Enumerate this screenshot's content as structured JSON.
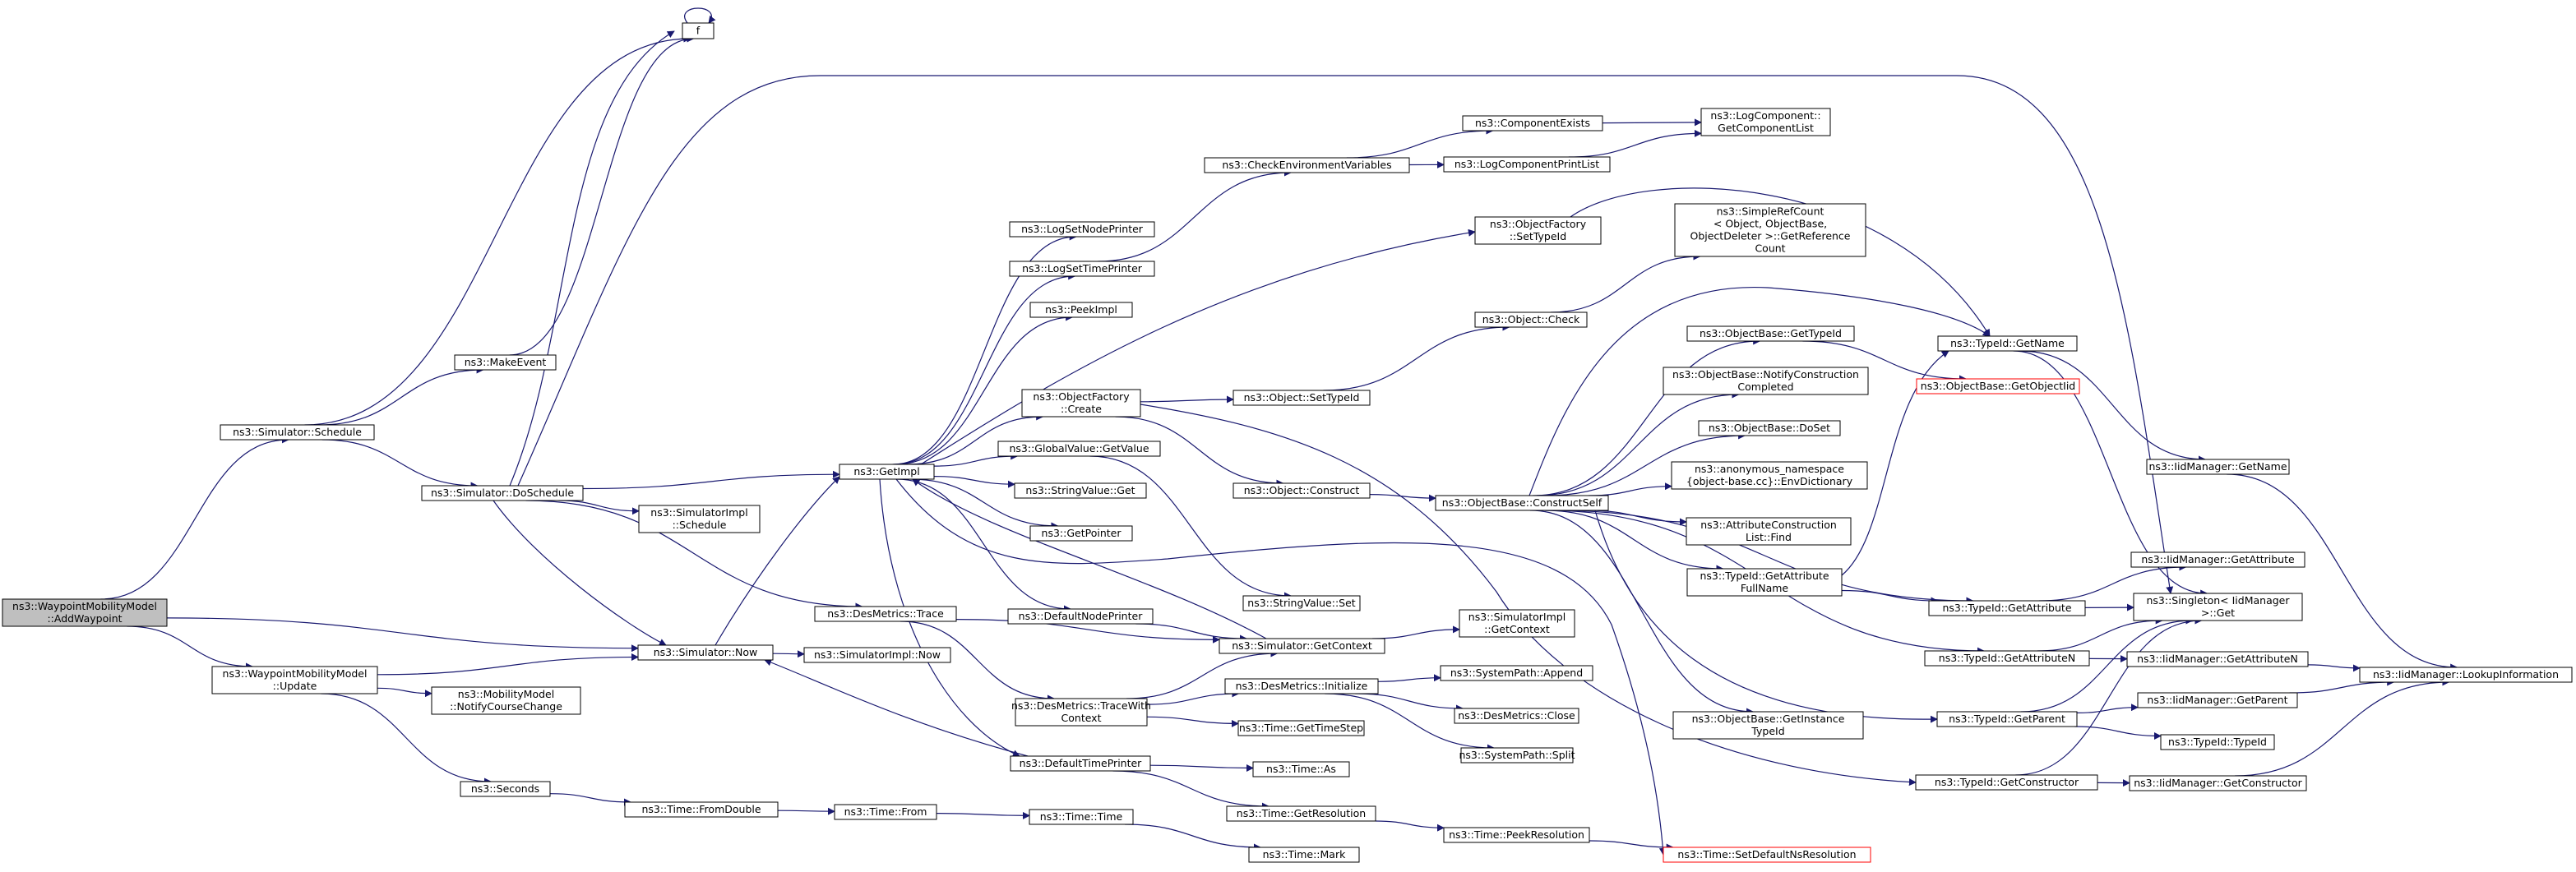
{
  "title": "",
  "colors": {
    "edge": "#191970",
    "node_border": "#000000",
    "node_fill": "#ffffff",
    "root_fill": "#bfbfbf",
    "truncated_border": "#ff0000"
  },
  "nodes": [
    {
      "id": "n_add",
      "lines": [
        "ns3::WaypointMobilityModel",
        "::AddWaypoint"
      ],
      "root": true
    },
    {
      "id": "n_sched",
      "lines": [
        "ns3::Simulator::Schedule"
      ]
    },
    {
      "id": "n_upd",
      "lines": [
        "ns3::WaypointMobilityModel",
        "::Update"
      ]
    },
    {
      "id": "n_f",
      "lines": [
        "f"
      ]
    },
    {
      "id": "n_mkev",
      "lines": [
        "ns3::MakeEvent"
      ]
    },
    {
      "id": "n_dosched",
      "lines": [
        "ns3::Simulator::DoSchedule"
      ]
    },
    {
      "id": "n_simimpls",
      "lines": [
        "ns3::SimulatorImpl",
        "::Schedule"
      ]
    },
    {
      "id": "n_now",
      "lines": [
        "ns3::Simulator::Now"
      ]
    },
    {
      "id": "n_ncc",
      "lines": [
        "ns3::MobilityModel",
        "::NotifyCourseChange"
      ]
    },
    {
      "id": "n_secs",
      "lines": [
        "ns3::Seconds"
      ]
    },
    {
      "id": "n_getimpl",
      "lines": [
        "ns3::GetImpl"
      ]
    },
    {
      "id": "n_dtrace",
      "lines": [
        "ns3::DesMetrics::Trace"
      ]
    },
    {
      "id": "n_siminow",
      "lines": [
        "ns3::SimulatorImpl::Now"
      ]
    },
    {
      "id": "n_fromd",
      "lines": [
        "ns3::Time::FromDouble"
      ]
    },
    {
      "id": "n_from",
      "lines": [
        "ns3::Time::From"
      ]
    },
    {
      "id": "n_timet",
      "lines": [
        "ns3::Time::Time"
      ]
    },
    {
      "id": "n_mark",
      "lines": [
        "ns3::Time::Mark"
      ]
    },
    {
      "id": "n_lsnp",
      "lines": [
        "ns3::LogSetNodePrinter"
      ]
    },
    {
      "id": "n_lstp",
      "lines": [
        "ns3::LogSetTimePrinter"
      ]
    },
    {
      "id": "n_peek",
      "lines": [
        "ns3::PeekImpl"
      ]
    },
    {
      "id": "n_ofcreate",
      "lines": [
        "ns3::ObjectFactory",
        "::Create"
      ]
    },
    {
      "id": "n_gvget",
      "lines": [
        "ns3::GlobalValue::GetValue"
      ]
    },
    {
      "id": "n_svget",
      "lines": [
        "ns3::StringValue::Get"
      ]
    },
    {
      "id": "n_gptr",
      "lines": [
        "ns3::GetPointer"
      ]
    },
    {
      "id": "n_dnp",
      "lines": [
        "ns3::DefaultNodePrinter"
      ]
    },
    {
      "id": "n_dtwc",
      "lines": [
        "ns3::DesMetrics::TraceWith",
        "Context"
      ]
    },
    {
      "id": "n_dtp",
      "lines": [
        "ns3::DefaultTimePrinter"
      ]
    },
    {
      "id": "n_cev",
      "lines": [
        "ns3::CheckEnvironmentVariables"
      ]
    },
    {
      "id": "n_cexists",
      "lines": [
        "ns3::ComponentExists"
      ]
    },
    {
      "id": "n_lcpl",
      "lines": [
        "ns3::LogComponentPrintList"
      ]
    },
    {
      "id": "n_lcgcl",
      "lines": [
        "ns3::LogComponent::",
        "GetComponentList"
      ]
    },
    {
      "id": "n_ofsti",
      "lines": [
        "ns3::ObjectFactory",
        "::SetTypeId"
      ]
    },
    {
      "id": "n_objsti",
      "lines": [
        "ns3::Object::SetTypeId"
      ]
    },
    {
      "id": "n_objcons",
      "lines": [
        "ns3::Object::Construct"
      ]
    },
    {
      "id": "n_svset",
      "lines": [
        "ns3::StringValue::Set"
      ]
    },
    {
      "id": "n_getctx",
      "lines": [
        "ns3::Simulator::GetContext"
      ]
    },
    {
      "id": "n_dminit",
      "lines": [
        "ns3::DesMetrics::Initialize"
      ]
    },
    {
      "id": "n_tgts",
      "lines": [
        "ns3::Time::GetTimeStep"
      ]
    },
    {
      "id": "n_tas",
      "lines": [
        "ns3::Time::As"
      ]
    },
    {
      "id": "n_tgres",
      "lines": [
        "ns3::Time::GetResolution"
      ]
    },
    {
      "id": "n_objcheck",
      "lines": [
        "ns3::Object::Check"
      ]
    },
    {
      "id": "n_simigc",
      "lines": [
        "ns3::SimulatorImpl",
        "::GetContext"
      ]
    },
    {
      "id": "n_spappend",
      "lines": [
        "ns3::SystemPath::Append"
      ]
    },
    {
      "id": "n_dmclose",
      "lines": [
        "ns3::DesMetrics::Close"
      ]
    },
    {
      "id": "n_spsplit",
      "lines": [
        "ns3::SystemPath::Split"
      ]
    },
    {
      "id": "n_tpeekres",
      "lines": [
        "ns3::Time::PeekResolution"
      ]
    },
    {
      "id": "n_tsdnr",
      "lines": [
        "ns3::Time::SetDefaultNsResolution"
      ],
      "truncated": true
    },
    {
      "id": "n_srcgrc",
      "lines": [
        "ns3::SimpleRefCount",
        "< Object, ObjectBase,",
        "ObjectDeleter >::GetReference",
        "Count"
      ]
    },
    {
      "id": "n_obgti",
      "lines": [
        "ns3::ObjectBase::GetTypeId"
      ]
    },
    {
      "id": "n_obncc",
      "lines": [
        "ns3::ObjectBase::NotifyConstruction",
        "Completed"
      ]
    },
    {
      "id": "n_obdoset",
      "lines": [
        "ns3::ObjectBase::DoSet"
      ]
    },
    {
      "id": "n_anon",
      "lines": [
        "ns3::anonymous_namespace",
        "{object-base.cc}::EnvDictionary"
      ]
    },
    {
      "id": "n_acfind",
      "lines": [
        "ns3::AttributeConstruction",
        "List::Find"
      ]
    },
    {
      "id": "n_tgafn",
      "lines": [
        "ns3::TypeId::GetAttribute",
        "FullName"
      ]
    },
    {
      "id": "n_obcs",
      "lines": [
        "ns3::ObjectBase::ConstructSelf"
      ]
    },
    {
      "id": "n_obgiti",
      "lines": [
        "ns3::ObjectBase::GetInstance",
        "TypeId"
      ]
    },
    {
      "id": "n_tigetname",
      "lines": [
        "ns3::TypeId::GetName"
      ]
    },
    {
      "id": "n_obgoi",
      "lines": [
        "ns3::ObjectBase::GetObjectIid"
      ],
      "truncated": true
    },
    {
      "id": "n_tigeta",
      "lines": [
        "ns3::TypeId::GetAttribute"
      ]
    },
    {
      "id": "n_tigetan",
      "lines": [
        "ns3::TypeId::GetAttributeN"
      ]
    },
    {
      "id": "n_tigetp",
      "lines": [
        "ns3::TypeId::GetParent"
      ]
    },
    {
      "id": "n_tigetc",
      "lines": [
        "ns3::TypeId::GetConstructor"
      ]
    },
    {
      "id": "n_iidgn",
      "lines": [
        "ns3::IidManager::GetName"
      ]
    },
    {
      "id": "n_iidga",
      "lines": [
        "ns3::IidManager::GetAttribute"
      ]
    },
    {
      "id": "n_singget",
      "lines": [
        "ns3::Singleton< IidManager",
        ">::Get"
      ]
    },
    {
      "id": "n_iidgan",
      "lines": [
        "ns3::IidManager::GetAttributeN"
      ]
    },
    {
      "id": "n_iidgp",
      "lines": [
        "ns3::IidManager::GetParent"
      ]
    },
    {
      "id": "n_titi",
      "lines": [
        "ns3::TypeId::TypeId"
      ]
    },
    {
      "id": "n_iidgc",
      "lines": [
        "ns3::IidManager::GetConstructor"
      ]
    },
    {
      "id": "n_iidli",
      "lines": [
        "ns3::IidManager::LookupInformation"
      ]
    }
  ],
  "edges": [
    [
      "n_add",
      "n_sched"
    ],
    [
      "n_add",
      "n_now"
    ],
    [
      "n_add",
      "n_upd"
    ],
    [
      "n_sched",
      "n_f"
    ],
    [
      "n_sched",
      "n_mkev"
    ],
    [
      "n_sched",
      "n_dosched"
    ],
    [
      "n_mkev",
      "n_f"
    ],
    [
      "n_f",
      "n_f"
    ],
    [
      "n_dosched",
      "n_f"
    ],
    [
      "n_dosched",
      "n_getimpl"
    ],
    [
      "n_dosched",
      "n_simimpls"
    ],
    [
      "n_dosched",
      "n_now"
    ],
    [
      "n_dosched",
      "n_dtrace"
    ],
    [
      "n_dosched",
      "n_singget"
    ],
    [
      "n_upd",
      "n_now"
    ],
    [
      "n_upd",
      "n_ncc"
    ],
    [
      "n_upd",
      "n_secs"
    ],
    [
      "n_now",
      "n_getimpl"
    ],
    [
      "n_now",
      "n_siminow"
    ],
    [
      "n_secs",
      "n_fromd"
    ],
    [
      "n_fromd",
      "n_from"
    ],
    [
      "n_from",
      "n_timet"
    ],
    [
      "n_timet",
      "n_mark"
    ],
    [
      "n_getimpl",
      "n_lsnp"
    ],
    [
      "n_getimpl",
      "n_lstp"
    ],
    [
      "n_getimpl",
      "n_peek"
    ],
    [
      "n_getimpl",
      "n_ofcreate"
    ],
    [
      "n_getimpl",
      "n_gvget"
    ],
    [
      "n_getimpl",
      "n_svget"
    ],
    [
      "n_getimpl",
      "n_gptr"
    ],
    [
      "n_getimpl",
      "n_dnp"
    ],
    [
      "n_getimpl",
      "n_dtp"
    ],
    [
      "n_getimpl",
      "n_ofsti"
    ],
    [
      "n_getimpl",
      "n_tsdnr"
    ],
    [
      "n_getctx",
      "n_getimpl"
    ],
    [
      "n_getctx",
      "n_simigc"
    ],
    [
      "n_dtrace",
      "n_getctx"
    ],
    [
      "n_dtrace",
      "n_dtwc"
    ],
    [
      "n_dtwc",
      "n_getctx"
    ],
    [
      "n_dtwc",
      "n_dminit"
    ],
    [
      "n_dtwc",
      "n_tgts"
    ],
    [
      "n_dtp",
      "n_now"
    ],
    [
      "n_dtp",
      "n_tas"
    ],
    [
      "n_dtp",
      "n_tgres"
    ],
    [
      "n_dnp",
      "n_getctx"
    ],
    [
      "n_lstp",
      "n_cev"
    ],
    [
      "n_cev",
      "n_cexists"
    ],
    [
      "n_cev",
      "n_lcpl"
    ],
    [
      "n_cexists",
      "n_lcgcl"
    ],
    [
      "n_lcpl",
      "n_lcgcl"
    ],
    [
      "n_ofsti",
      "n_tigetname"
    ],
    [
      "n_ofcreate",
      "n_objsti"
    ],
    [
      "n_ofcreate",
      "n_objcons"
    ],
    [
      "n_ofcreate",
      "n_tigetc"
    ],
    [
      "n_gvget",
      "n_svset"
    ],
    [
      "n_objsti",
      "n_objcheck"
    ],
    [
      "n_objcheck",
      "n_srcgrc"
    ],
    [
      "n_objcons",
      "n_obcs"
    ],
    [
      "n_dminit",
      "n_spappend"
    ],
    [
      "n_dminit",
      "n_dmclose"
    ],
    [
      "n_dminit",
      "n_spsplit"
    ],
    [
      "n_tgres",
      "n_tpeekres"
    ],
    [
      "n_tpeekres",
      "n_tsdnr"
    ],
    [
      "n_obcs",
      "n_tigetname"
    ],
    [
      "n_obcs",
      "n_obgti"
    ],
    [
      "n_obcs",
      "n_obncc"
    ],
    [
      "n_obcs",
      "n_obdoset"
    ],
    [
      "n_obcs",
      "n_anon"
    ],
    [
      "n_obcs",
      "n_acfind"
    ],
    [
      "n_obcs",
      "n_tgafn"
    ],
    [
      "n_obcs",
      "n_obgiti"
    ],
    [
      "n_obcs",
      "n_tigeta"
    ],
    [
      "n_obcs",
      "n_tigetan"
    ],
    [
      "n_obcs",
      "n_tigetp"
    ],
    [
      "n_obgti",
      "n_obgoi"
    ],
    [
      "n_tgafn",
      "n_tigetname"
    ],
    [
      "n_tgafn",
      "n_tigeta"
    ],
    [
      "n_tigetname",
      "n_iidgn"
    ],
    [
      "n_tigetname",
      "n_singget"
    ],
    [
      "n_tigeta",
      "n_iidga"
    ],
    [
      "n_tigeta",
      "n_singget"
    ],
    [
      "n_tigetan",
      "n_singget"
    ],
    [
      "n_tigetan",
      "n_iidgan"
    ],
    [
      "n_tigetp",
      "n_singget"
    ],
    [
      "n_tigetp",
      "n_iidgp"
    ],
    [
      "n_tigetp",
      "n_titi"
    ],
    [
      "n_tigetc",
      "n_singget"
    ],
    [
      "n_tigetc",
      "n_iidgc"
    ],
    [
      "n_iidgn",
      "n_iidli"
    ],
    [
      "n_iidgan",
      "n_iidli"
    ],
    [
      "n_iidgp",
      "n_iidli"
    ],
    [
      "n_iidgc",
      "n_iidli"
    ]
  ]
}
